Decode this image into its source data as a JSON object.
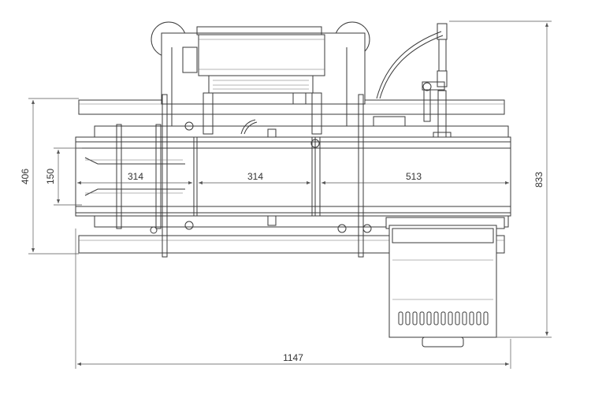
{
  "drawing": {
    "dimensions": {
      "overall_width": "1147",
      "overall_height": "833",
      "frame_height": "406",
      "conveyor_width": "150",
      "section_1": "314",
      "section_2": "314",
      "section_3": "513"
    }
  }
}
